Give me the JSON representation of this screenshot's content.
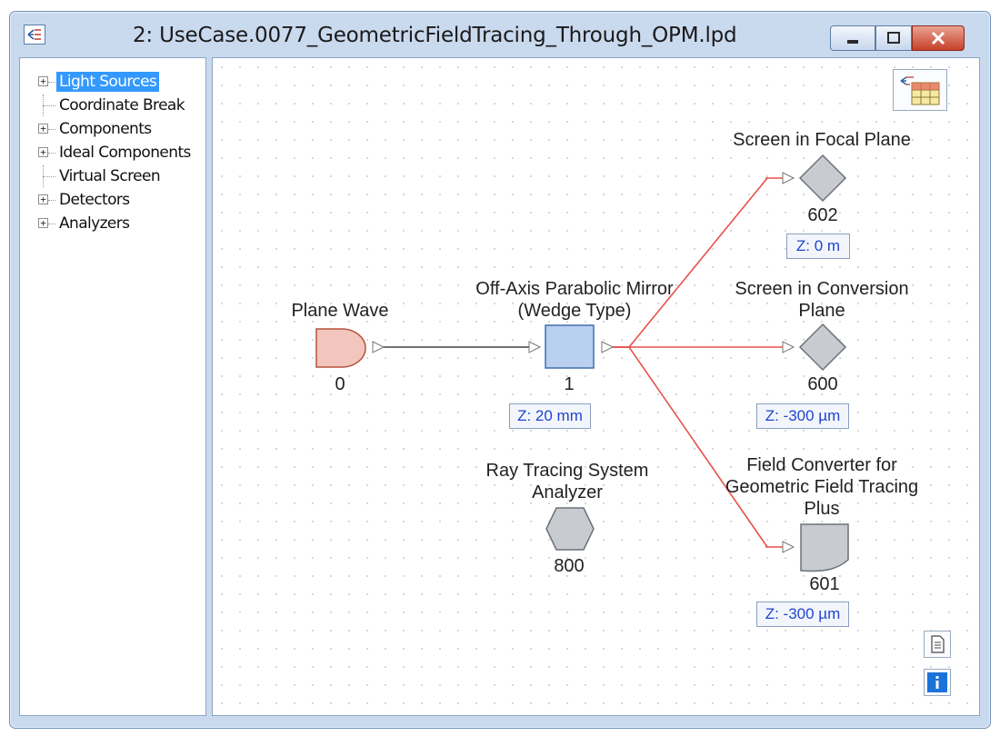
{
  "window": {
    "title": "2: UseCase.0077_GeometricFieldTracing_Through_OPM.lpd"
  },
  "tree": {
    "items": [
      {
        "label": "Light Sources",
        "expandable": true,
        "selected": true
      },
      {
        "label": "Coordinate Break",
        "expandable": false,
        "selected": false
      },
      {
        "label": "Components",
        "expandable": true,
        "selected": false
      },
      {
        "label": "Ideal Components",
        "expandable": true,
        "selected": false
      },
      {
        "label": "Virtual Screen",
        "expandable": false,
        "selected": false
      },
      {
        "label": "Detectors",
        "expandable": true,
        "selected": false
      },
      {
        "label": "Analyzers",
        "expandable": true,
        "selected": false
      }
    ],
    "expander_glyph": "+"
  },
  "nodes": {
    "plane_wave": {
      "label": "Plane Wave",
      "id": "0"
    },
    "mirror": {
      "label_line1": "Off-Axis Parabolic Mirror",
      "label_line2": "(Wedge Type)",
      "id": "1",
      "z": "Z: 20 mm"
    },
    "focal_screen": {
      "label": "Screen in Focal Plane",
      "id": "602",
      "z": "Z: 0 m"
    },
    "conversion_screen": {
      "label_line1": "Screen in Conversion",
      "label_line2": "Plane",
      "id": "600",
      "z": "Z: -300 µm"
    },
    "field_converter": {
      "label_line1": "Field Converter for",
      "label_line2": "Geometric Field Tracing",
      "label_line3": "Plus",
      "id": "601",
      "z": "Z: -300 µm"
    },
    "analyzer": {
      "label_line1": "Ray Tracing System",
      "label_line2": "Analyzer",
      "id": "800"
    }
  },
  "colors": {
    "source_fill": "#f3c6bd",
    "source_stroke": "#b5523f",
    "component_fill": "#b9d0f0",
    "component_stroke": "#3f6fb0",
    "detector_fill": "#c8cbd0",
    "detector_stroke": "#6c7079",
    "ray_red": "#e8504a",
    "ray_dark": "#404040"
  },
  "icons": {
    "app": "diagram-icon",
    "minimize": "minimize-icon",
    "maximize": "maximize-icon",
    "close": "close-icon",
    "table_view": "table-view-icon",
    "document": "document-icon",
    "info": "info-icon"
  }
}
